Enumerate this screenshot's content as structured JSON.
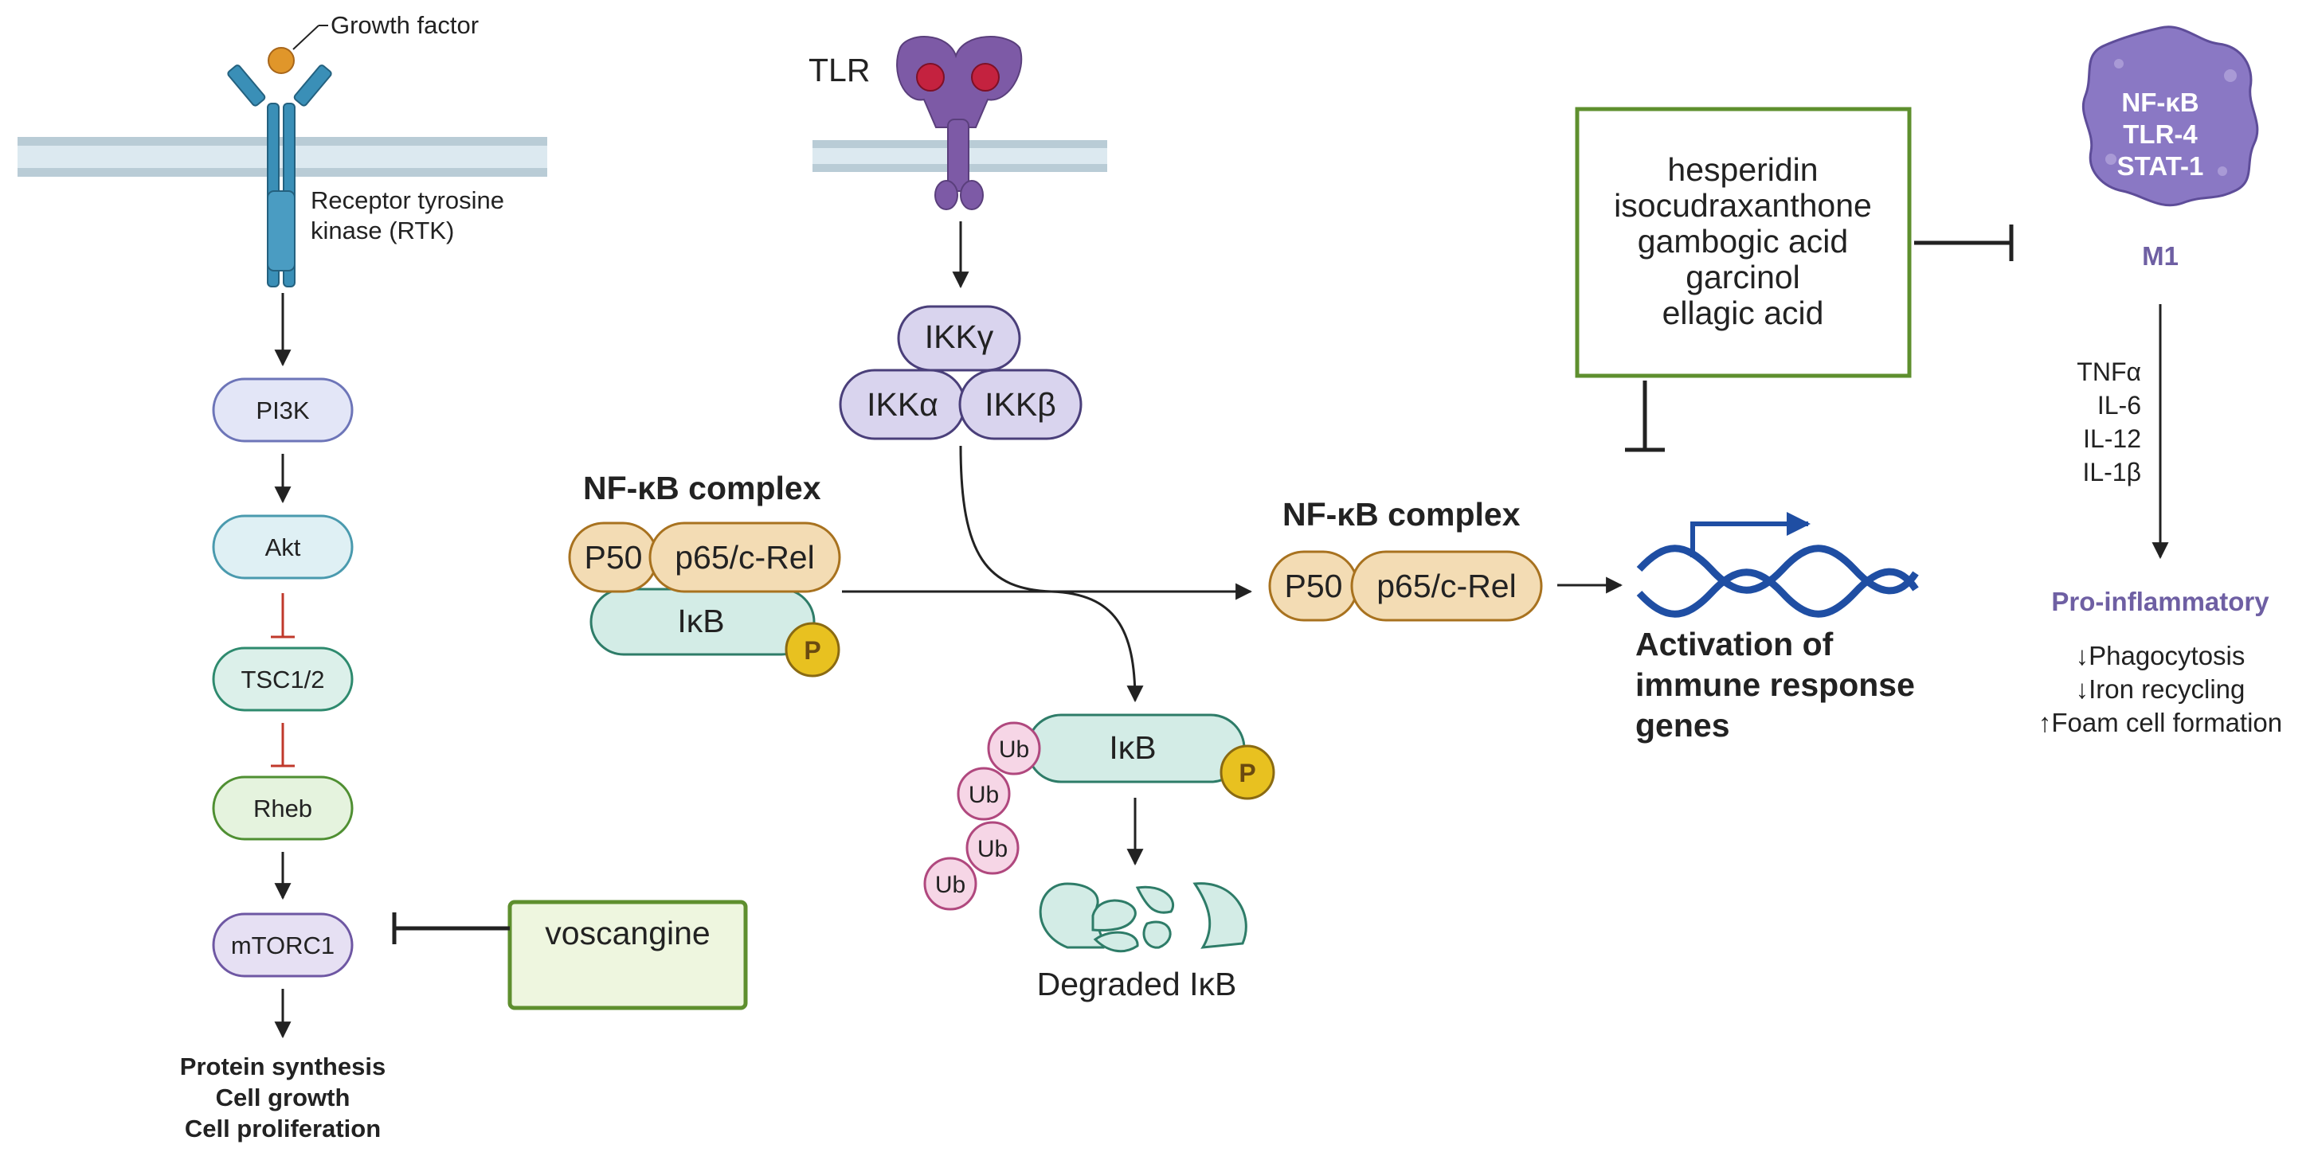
{
  "rtk_pathway": {
    "growth_factor": "Growth factor",
    "receptor_line1": "Receptor tyrosine",
    "receptor_line2": "kinase (RTK)",
    "nodes": [
      "PI3K",
      "Akt",
      "TSC1/2",
      "Rheb",
      "mTORC1"
    ],
    "outputs": [
      "Protein synthesis",
      "Cell growth",
      "Cell proliferation"
    ],
    "inhibitor": "voscangine"
  },
  "tlr_pathway": {
    "receptor": "TLR",
    "ikk_gamma": "IKKγ",
    "ikk_alpha": "IKKα",
    "ikk_beta": "IKKβ",
    "complex_title_left": "NF-κB complex",
    "p50": "P50",
    "p65": "p65/c-Rel",
    "ikb": "IκB",
    "phospho": "P",
    "ub": "Ub",
    "degraded": "Degraded IκB",
    "complex_title_right": "NF-κB complex",
    "activation": [
      "Activation of",
      "immune response",
      "genes"
    ]
  },
  "compounds_box": {
    "items": [
      "hesperidin",
      "isocudraxanthone",
      "gambogic acid",
      "garcinol",
      "ellagic acid"
    ]
  },
  "macrophage": {
    "markers": [
      "NF-κB",
      "TLR-4",
      "STAT-1"
    ],
    "type": "M1",
    "cytokines": [
      "TNFα",
      "IL-6",
      "IL-12",
      "IL-1β"
    ],
    "phenotype": "Pro-inflammatory",
    "effects": [
      "↓Phagocytosis",
      "↓Iron recycling",
      "↑Foam cell formation"
    ]
  },
  "colors": {
    "rtk_teal": "#3a8fb7",
    "membrane": "#b9ccd6",
    "tlr_purple": "#7d5aa6",
    "inhibitor_box_border": "#5e8f2e",
    "inhibitor_box_fill": "#eef6df",
    "inhibit_red": "#c0392b",
    "macrophage_purple": "#8a78c4",
    "dna_blue": "#1f4ea3"
  }
}
